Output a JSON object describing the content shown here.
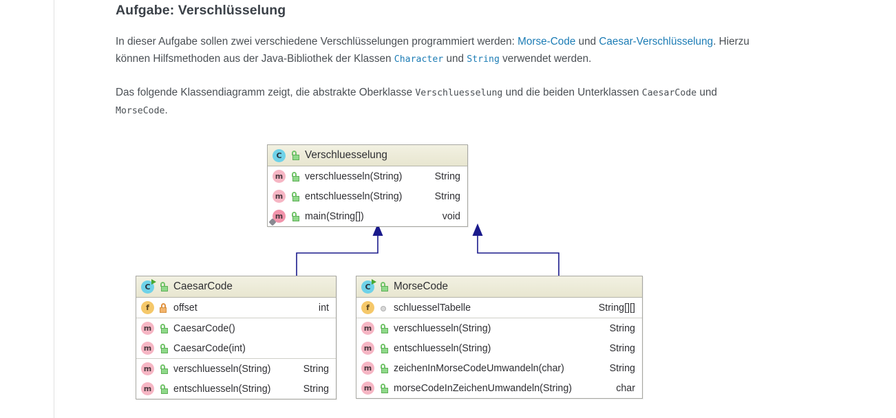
{
  "document": {
    "title": "Aufgabe: Verschlüsselung",
    "paragraph_1": {
      "seg_1": "In dieser Aufgabe sollen zwei verschiedene Verschlüsselungen programmiert werden: ",
      "link_1": "Morse-Code",
      "seg_2": " und ",
      "link_2": "Caesar-Verschlüsselung",
      "seg_3": ". Hierzu können Hilfsmethoden aus der Java-Bibliothek der Klassen ",
      "code_1": "Character",
      "seg_4": " und ",
      "code_2": "String",
      "seg_5": " verwendet werden."
    },
    "paragraph_2": {
      "seg_1": "Das folgende Klassendiagramm zeigt, die abstrakte Oberklasse ",
      "code_1": "Verschluesselung",
      "seg_2": " und die beiden Unterklassen ",
      "code_2": "CaesarCode",
      "seg_3": " und ",
      "code_3": "MorseCode",
      "seg_4": "."
    }
  },
  "colors": {
    "link": "#1c7cb5",
    "text": "#4a4f54",
    "heading": "#3b4148",
    "connector": "#1a1a8c",
    "class_icon": "#6fd2e8",
    "method_icon": "#f6b6c4",
    "field_icon": "#f5c86a",
    "public_icon": "#8fd98a",
    "private_icon": "#f3b46c",
    "package_icon": "#d8d8d8",
    "box_header": "#ecead3",
    "box_border": "#a8a8a2"
  },
  "diagram": {
    "type": "uml-class-diagram",
    "relationship": "generalization",
    "classes": [
      {
        "id": "verschluesselung",
        "name": "Verschluesselung",
        "abstract": true,
        "icon": "class-icon",
        "visibility_icon": "public-unlocked-icon",
        "sections": [
          {
            "members": [
              {
                "icon": "method-icon",
                "visibility_icon": "public-unlocked-icon",
                "label": "verschluesseln(String)",
                "type": "String"
              },
              {
                "icon": "method-icon",
                "visibility_icon": "public-unlocked-icon",
                "label": "entschluesseln(String)",
                "type": "String"
              },
              {
                "icon": "method-static-icon",
                "visibility_icon": "public-unlocked-icon",
                "label": "main(String[])",
                "type": "void"
              }
            ]
          }
        ]
      },
      {
        "id": "caesarcode",
        "name": "CaesarCode",
        "abstract": false,
        "icon": "class-runnable-icon",
        "visibility_icon": "public-unlocked-icon",
        "sections": [
          {
            "members": [
              {
                "icon": "field-icon",
                "visibility_icon": "private-locked-icon",
                "label": "offset",
                "type": "int"
              }
            ]
          },
          {
            "members": [
              {
                "icon": "method-icon",
                "visibility_icon": "public-unlocked-icon",
                "label": "CaesarCode()",
                "type": ""
              },
              {
                "icon": "method-icon",
                "visibility_icon": "public-unlocked-icon",
                "label": "CaesarCode(int)",
                "type": ""
              }
            ]
          },
          {
            "members": [
              {
                "icon": "method-icon",
                "visibility_icon": "public-unlocked-icon",
                "label": "verschluesseln(String)",
                "type": "String"
              },
              {
                "icon": "method-icon",
                "visibility_icon": "public-unlocked-icon",
                "label": "entschluesseln(String)",
                "type": "String"
              }
            ]
          }
        ]
      },
      {
        "id": "morsecode",
        "name": "MorseCode",
        "abstract": false,
        "icon": "class-runnable-icon",
        "visibility_icon": "public-unlocked-icon",
        "sections": [
          {
            "members": [
              {
                "icon": "field-icon",
                "visibility_icon": "package-icon",
                "label": "schluesselTabelle",
                "type": "String[][]"
              }
            ]
          },
          {
            "members": [
              {
                "icon": "method-icon",
                "visibility_icon": "public-unlocked-icon",
                "label": "verschluesseln(String)",
                "type": "String"
              },
              {
                "icon": "method-icon",
                "visibility_icon": "public-unlocked-icon",
                "label": "entschluesseln(String)",
                "type": "String"
              },
              {
                "icon": "method-icon",
                "visibility_icon": "public-unlocked-icon",
                "label": "zeichenInMorseCodeUmwandeln(char)",
                "type": "String"
              },
              {
                "icon": "method-icon",
                "visibility_icon": "public-unlocked-icon",
                "label": "morseCodeInZeichenUmwandeln(String)",
                "type": "char"
              }
            ]
          }
        ]
      }
    ]
  }
}
